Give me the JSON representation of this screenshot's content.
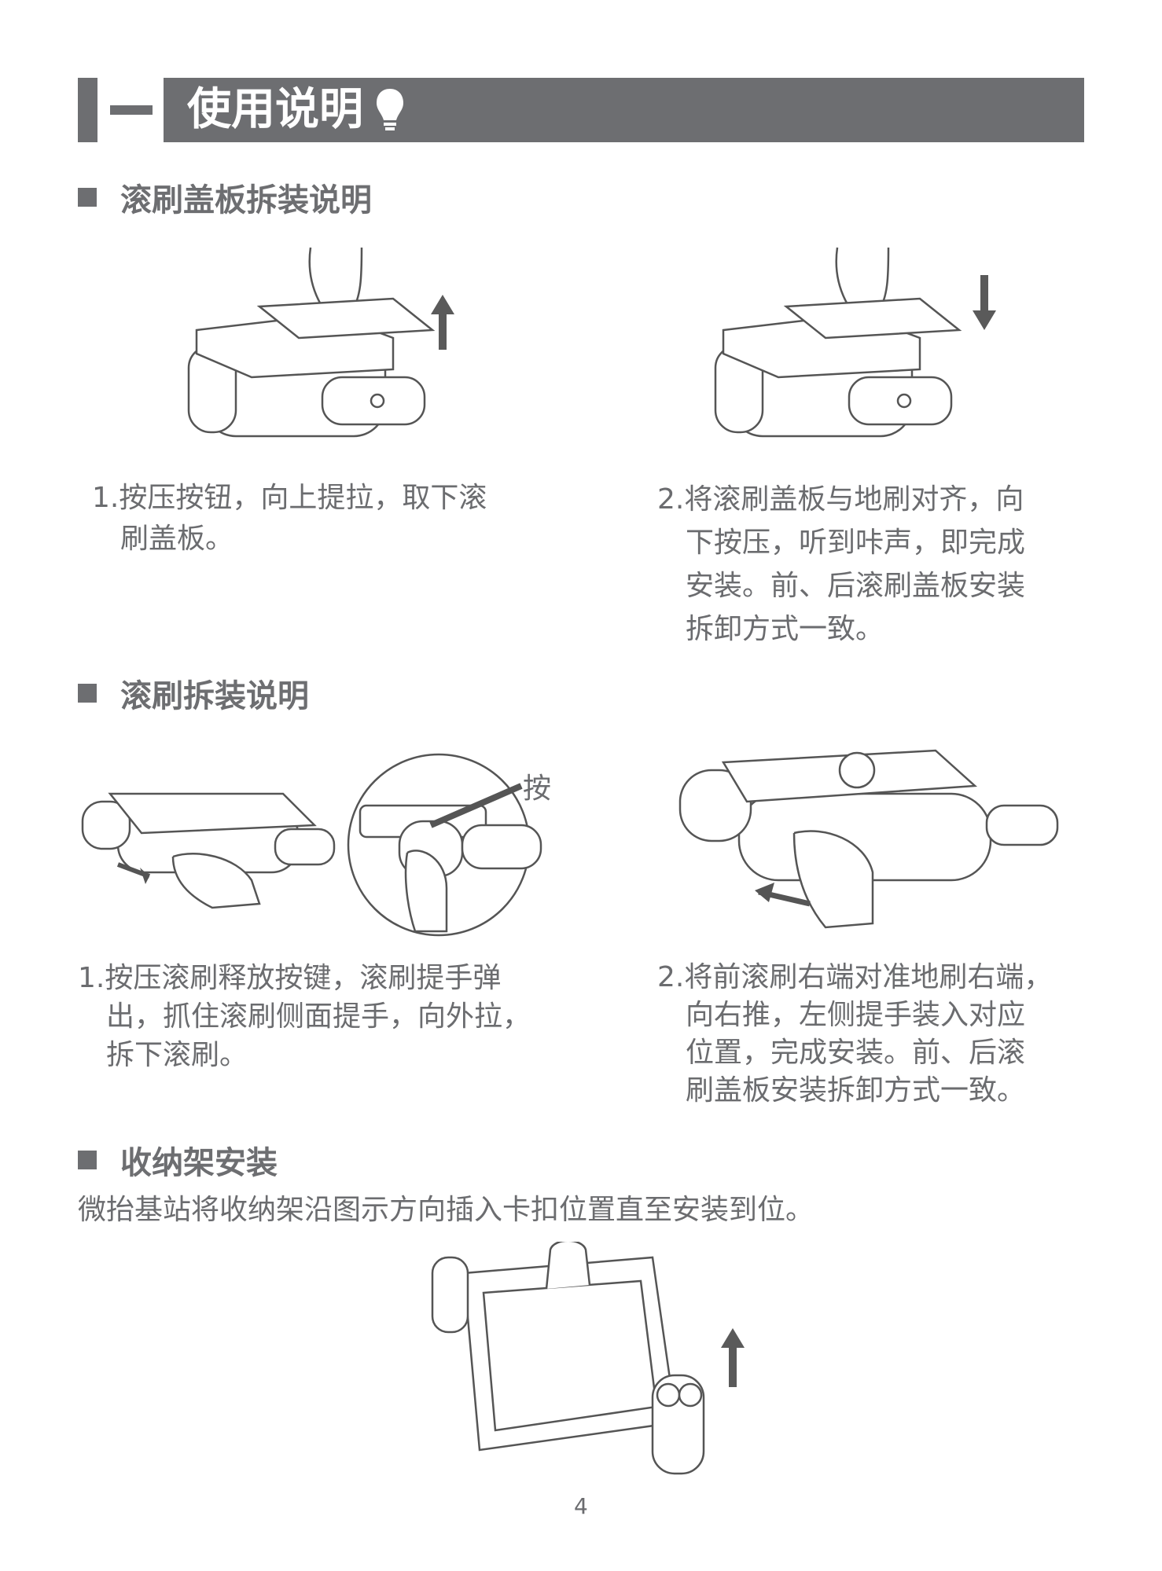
{
  "header": {
    "number": "一",
    "title": "使用说明",
    "icon": "lightbulb-icon"
  },
  "sections": [
    {
      "title": "滚刷盖板拆装说明",
      "steps": [
        {
          "lines": [
            "1.按压按钮，向上提拉，取下滚",
            "刷盖板。"
          ]
        },
        {
          "lines": [
            "2.将滚刷盖板与地刷对齐，向",
            "下按压，听到咔声，即完成",
            "安装。前、后滚刷盖板安装",
            "拆卸方式一致。"
          ]
        }
      ]
    },
    {
      "title": "滚刷拆装说明",
      "callout": "按",
      "steps": [
        {
          "lines": [
            "1.按压滚刷释放按键，滚刷提手弹",
            "出，抓住滚刷侧面提手，向外拉，",
            "拆下滚刷。"
          ]
        },
        {
          "lines": [
            "2.将前滚刷右端对准地刷右端，",
            "向右推，左侧提手装入对应",
            "位置，完成安装。前、后滚",
            "刷盖板安装拆卸方式一致。"
          ]
        }
      ]
    },
    {
      "title": "收纳架安装",
      "paragraph": "微抬基站将收纳架沿图示方向插入卡扣位置直至安装到位。"
    }
  ],
  "page_number": "4",
  "colors": {
    "header_bg": "#6d6e71",
    "text": "#6b6c6f"
  }
}
